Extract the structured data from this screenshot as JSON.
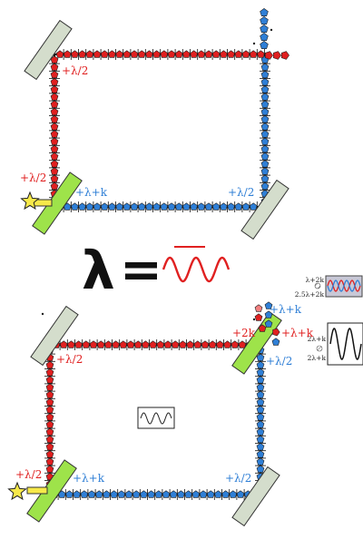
{
  "colors": {
    "red": "#e02020",
    "blue": "#2f7fd6",
    "mirror": "#d4ddcc",
    "splitter": "#9ee34a",
    "source": "#f7e94a",
    "path_dark": "#111111"
  },
  "equation": {
    "lambda": "λ",
    "equals": "="
  },
  "top_panel": {
    "labels": {
      "top_red": "+λ/2",
      "source_red": "+λ/2",
      "bottom_blue": "+λ+k",
      "right_blue": "+λ/2"
    }
  },
  "bottom_panel": {
    "labels": {
      "top_red": "+λ/2",
      "source_red": "+λ/2",
      "bottom_blue": "+λ+k",
      "right_blue": "+λ/2",
      "output_2k": "+2k",
      "output_red": "+λ+k",
      "output_blue_top": "+λ+k",
      "output_blue_right": "+λ/2"
    },
    "center_wave_box": "sine-wave-inset",
    "detector_upper": {
      "line1": "λ+2k",
      "line2": "2.5λ+2k"
    },
    "detector_lower": {
      "line1": "2λ+k",
      "line2": "2λ+k"
    }
  }
}
